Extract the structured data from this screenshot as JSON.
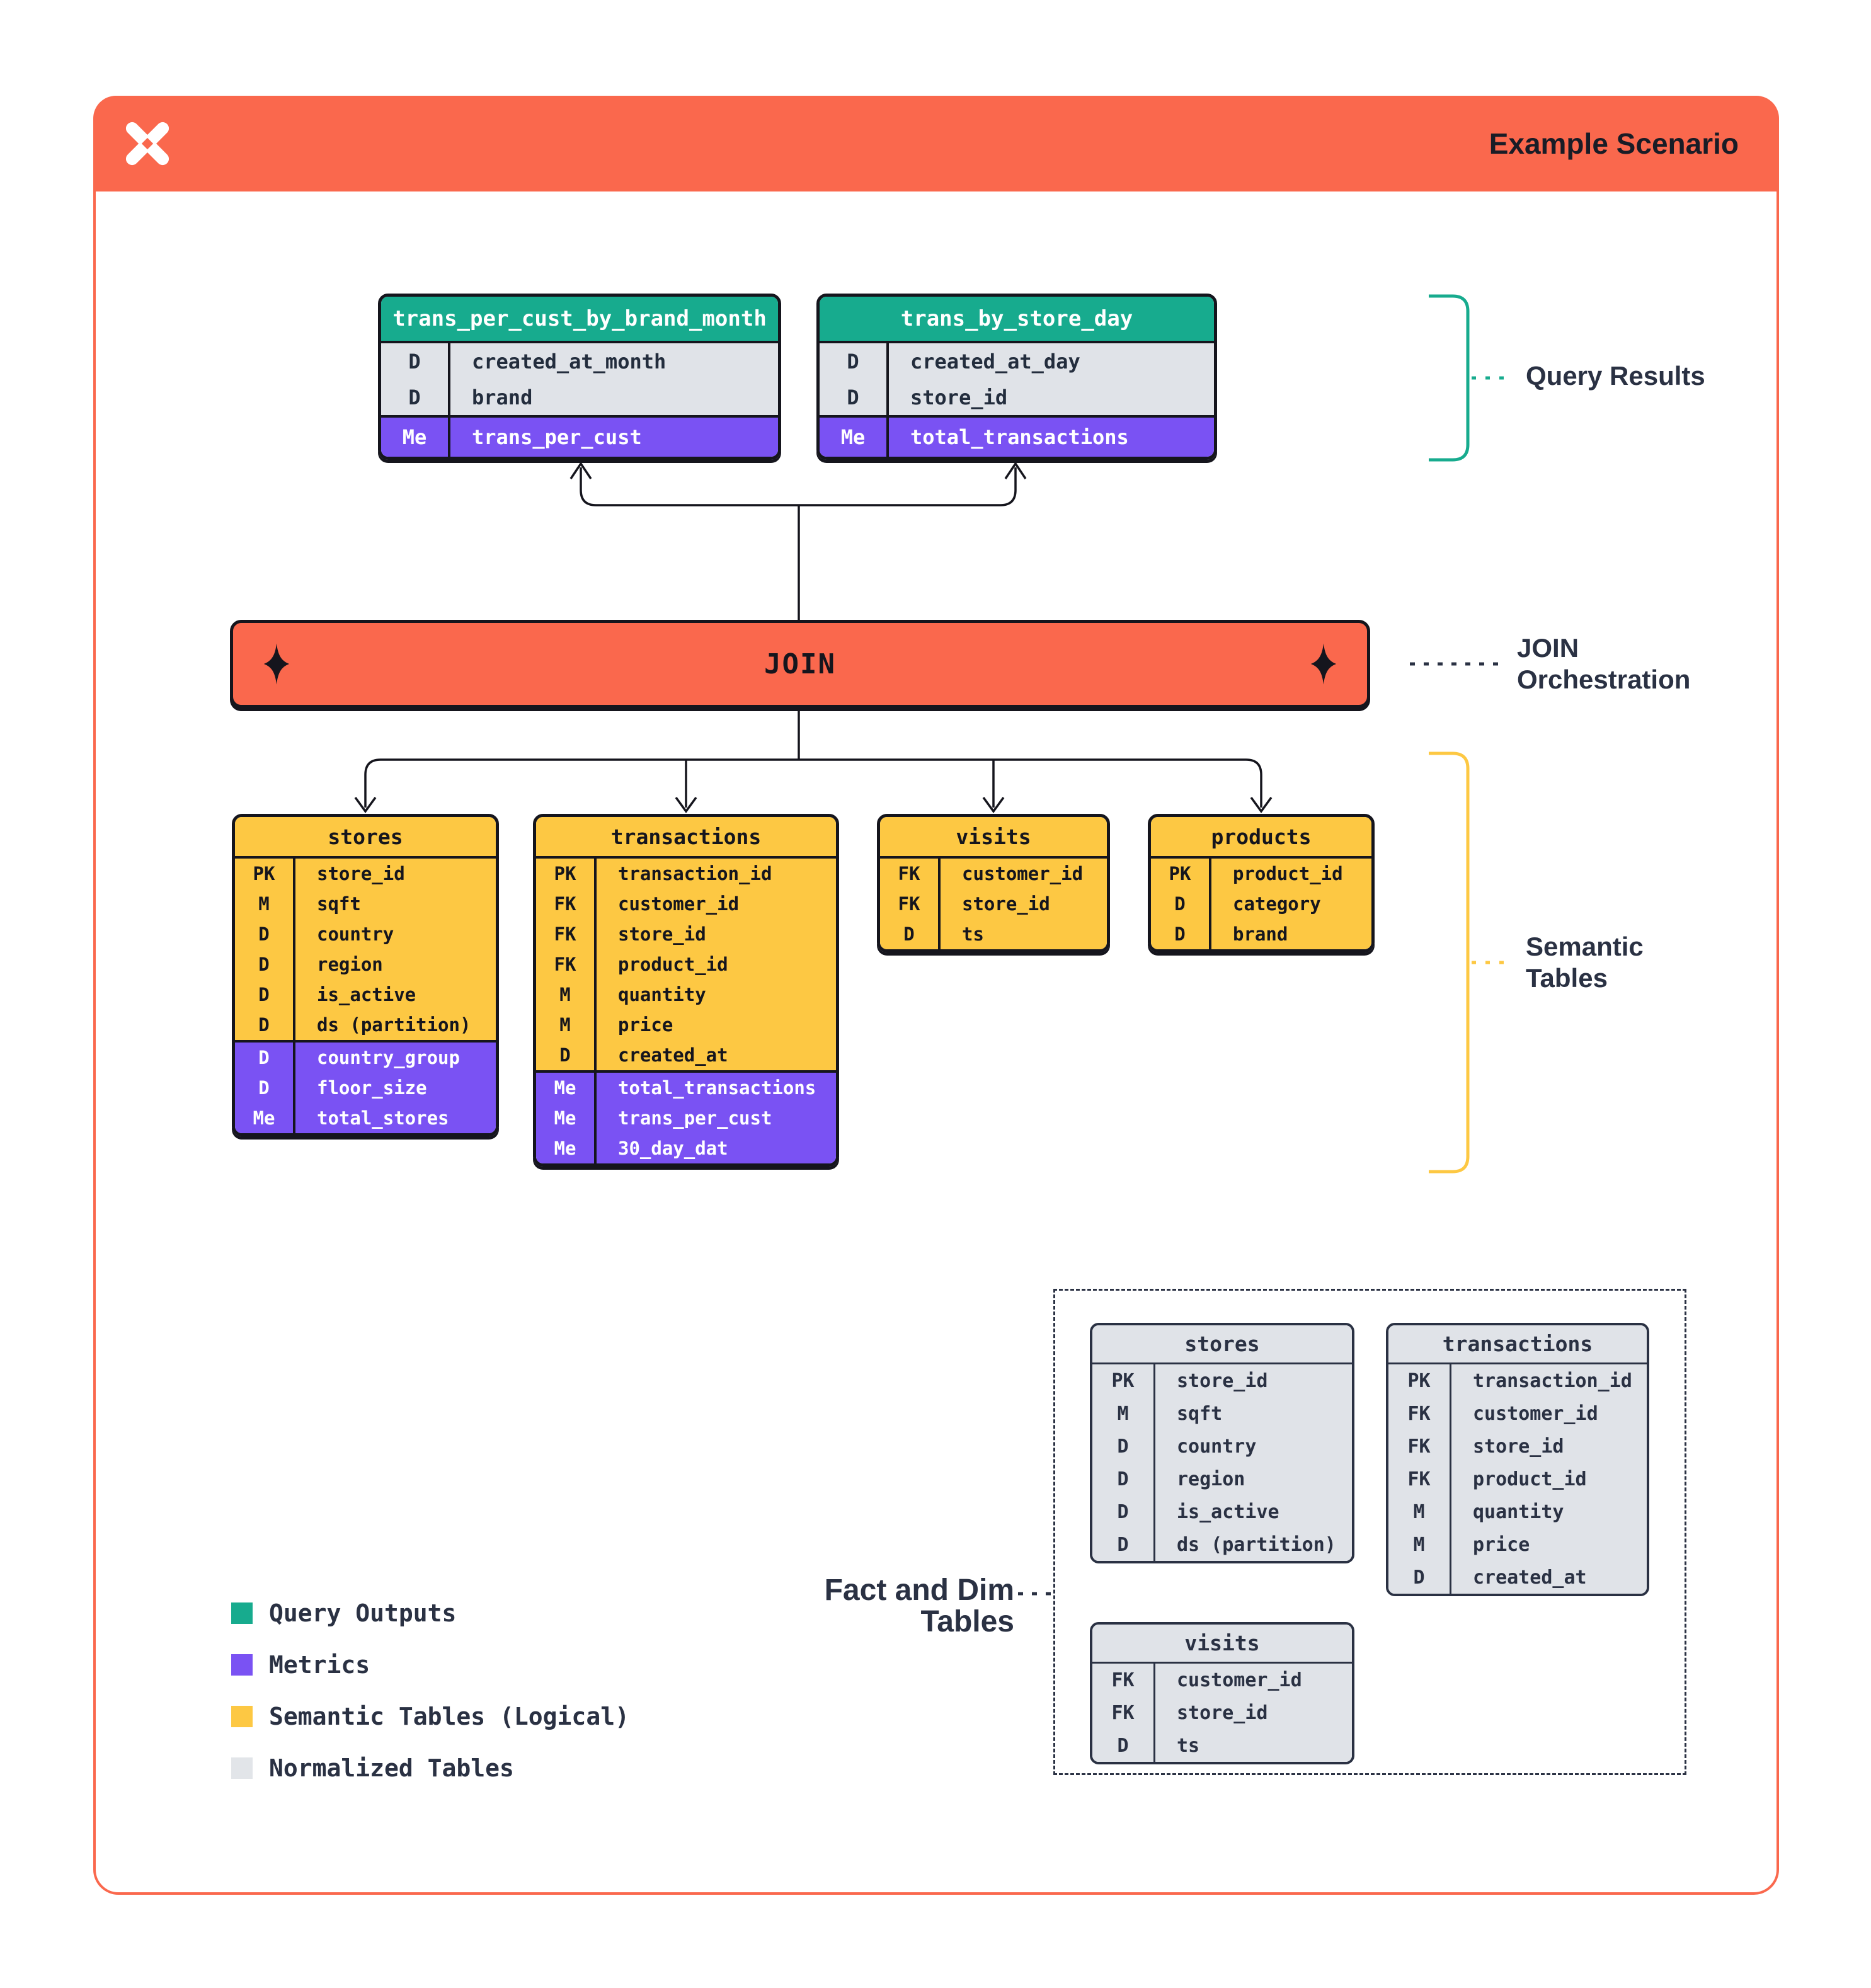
{
  "header": {
    "title": "Example Scenario",
    "logo": "pinwheel-x-logo"
  },
  "colors": {
    "orange": "#FA684D",
    "green": "#17AB8E",
    "purple": "#7A52F3",
    "yellow": "#FDC843",
    "navy": "#2A3143",
    "line": "#15151D",
    "gray": "#E0E3E8",
    "paper": "#FFFFFF"
  },
  "query_results": {
    "label": "Query Results",
    "tables": [
      {
        "name": "trans_per_cust_by_brand_month",
        "columns": [
          {
            "type": "D",
            "name": "created_at_month"
          },
          {
            "type": "D",
            "name": "brand"
          }
        ],
        "metrics": [
          {
            "type": "Me",
            "name": "trans_per_cust"
          }
        ]
      },
      {
        "name": "trans_by_store_day",
        "columns": [
          {
            "type": "D",
            "name": "created_at_day"
          },
          {
            "type": "D",
            "name": "store_id"
          }
        ],
        "metrics": [
          {
            "type": "Me",
            "name": "total_transactions"
          }
        ]
      }
    ]
  },
  "join": {
    "label": "JOIN",
    "annotation": "JOIN Orchestration",
    "sparkle_icon": "four-point-star"
  },
  "semantic_tables": {
    "label": "Semantic Tables",
    "tables": [
      {
        "name": "stores",
        "columns": [
          {
            "type": "PK",
            "name": "store_id"
          },
          {
            "type": "M",
            "name": "sqft"
          },
          {
            "type": "D",
            "name": "country"
          },
          {
            "type": "D",
            "name": "region"
          },
          {
            "type": "D",
            "name": "is_active"
          },
          {
            "type": "D",
            "name": "ds (partition)"
          }
        ],
        "metrics": [
          {
            "type": "D",
            "name": "country_group"
          },
          {
            "type": "D",
            "name": "floor_size"
          },
          {
            "type": "Me",
            "name": "total_stores"
          }
        ]
      },
      {
        "name": "transactions",
        "columns": [
          {
            "type": "PK",
            "name": "transaction_id"
          },
          {
            "type": "FK",
            "name": "customer_id"
          },
          {
            "type": "FK",
            "name": "store_id"
          },
          {
            "type": "FK",
            "name": "product_id"
          },
          {
            "type": "M",
            "name": "quantity"
          },
          {
            "type": "M",
            "name": "price"
          },
          {
            "type": "D",
            "name": "created_at"
          }
        ],
        "metrics": [
          {
            "type": "Me",
            "name": "total_transactions"
          },
          {
            "type": "Me",
            "name": "trans_per_cust"
          },
          {
            "type": "Me",
            "name": "30_day_dat"
          }
        ]
      },
      {
        "name": "visits",
        "columns": [
          {
            "type": "FK",
            "name": "customer_id"
          },
          {
            "type": "FK",
            "name": "store_id"
          },
          {
            "type": "D",
            "name": "ts"
          }
        ],
        "metrics": []
      },
      {
        "name": "products",
        "columns": [
          {
            "type": "PK",
            "name": "product_id"
          },
          {
            "type": "D",
            "name": "category"
          },
          {
            "type": "D",
            "name": "brand"
          }
        ],
        "metrics": []
      }
    ]
  },
  "normalized_tables": {
    "label": "Fact and Dim Tables",
    "tables": [
      {
        "name": "stores",
        "columns": [
          {
            "type": "PK",
            "name": "store_id"
          },
          {
            "type": "M",
            "name": "sqft"
          },
          {
            "type": "D",
            "name": "country"
          },
          {
            "type": "D",
            "name": "region"
          },
          {
            "type": "D",
            "name": "is_active"
          },
          {
            "type": "D",
            "name": "ds (partition)"
          }
        ],
        "metrics": []
      },
      {
        "name": "transactions",
        "columns": [
          {
            "type": "PK",
            "name": "transaction_id"
          },
          {
            "type": "FK",
            "name": "customer_id"
          },
          {
            "type": "FK",
            "name": "store_id"
          },
          {
            "type": "FK",
            "name": "product_id"
          },
          {
            "type": "M",
            "name": "quantity"
          },
          {
            "type": "M",
            "name": "price"
          },
          {
            "type": "D",
            "name": "created_at"
          }
        ],
        "metrics": []
      },
      {
        "name": "visits",
        "columns": [
          {
            "type": "FK",
            "name": "customer_id"
          },
          {
            "type": "FK",
            "name": "store_id"
          },
          {
            "type": "D",
            "name": "ts"
          }
        ],
        "metrics": []
      }
    ]
  },
  "legend": {
    "items": [
      {
        "label": "Query Outputs",
        "color": "#17AB8E"
      },
      {
        "label": "Metrics",
        "color": "#7A52F3"
      },
      {
        "label": "Semantic Tables (Logical)",
        "color": "#FDC843"
      },
      {
        "label": "Normalized Tables",
        "color": "#E2E5E9"
      }
    ]
  }
}
